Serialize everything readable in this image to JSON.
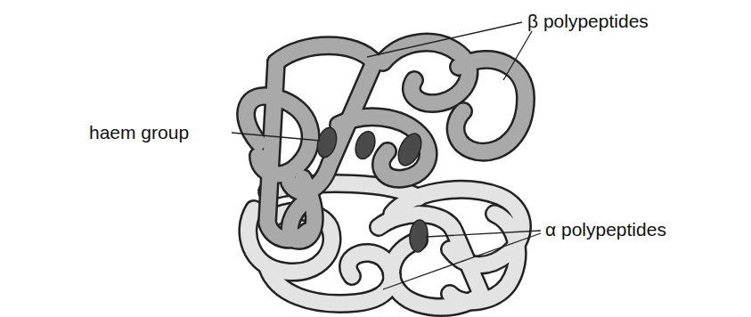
{
  "diagram": {
    "labels": [
      "β polypeptides",
      "haem group",
      "α polypeptides"
    ]
  }
}
